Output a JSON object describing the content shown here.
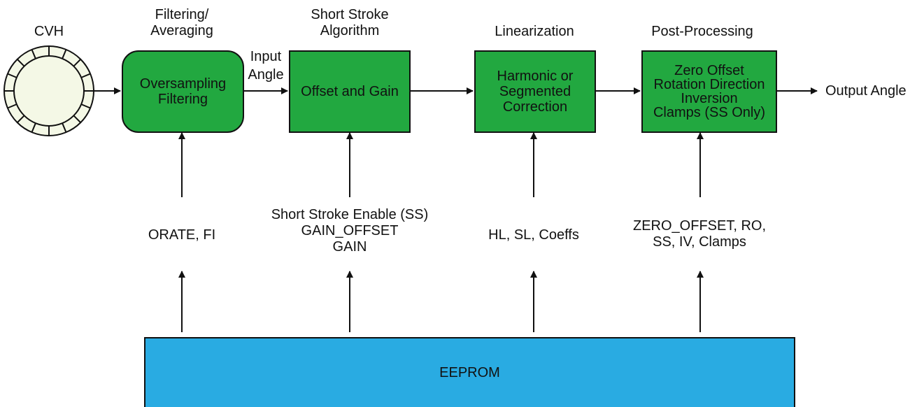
{
  "colors": {
    "block_fill": "#22a840",
    "eeprom_fill": "#29abe2",
    "stroke": "#111111",
    "sensor_fill": "#f4f8e6"
  },
  "sensor": {
    "label": "CVH"
  },
  "stages": [
    {
      "header": [
        "Filtering/",
        "Averaging"
      ],
      "block": [
        "Oversampling",
        "Filtering"
      ],
      "params": [
        "ORATE, FI"
      ]
    },
    {
      "header": [
        "Short Stroke",
        "Algorithm"
      ],
      "block": [
        "Offset and Gain"
      ],
      "params": [
        "Short Stroke Enable (SS)",
        "GAIN_OFFSET",
        "GAIN"
      ]
    },
    {
      "header": [
        "Linearization"
      ],
      "block": [
        "Harmonic or",
        "Segmented",
        "Correction"
      ],
      "params": [
        "HL, SL, Coeffs"
      ]
    },
    {
      "header": [
        "Post-Processing"
      ],
      "block": [
        "Zero Offset",
        "Rotation Direction",
        "Inversion",
        "Clamps (SS Only)"
      ],
      "params": [
        "ZERO_OFFSET, RO,",
        "SS, IV, Clamps"
      ]
    }
  ],
  "connectors": {
    "input_angle": [
      "Input",
      "Angle"
    ],
    "output": "Output Angle"
  },
  "memory": {
    "label": "EEPROM"
  }
}
